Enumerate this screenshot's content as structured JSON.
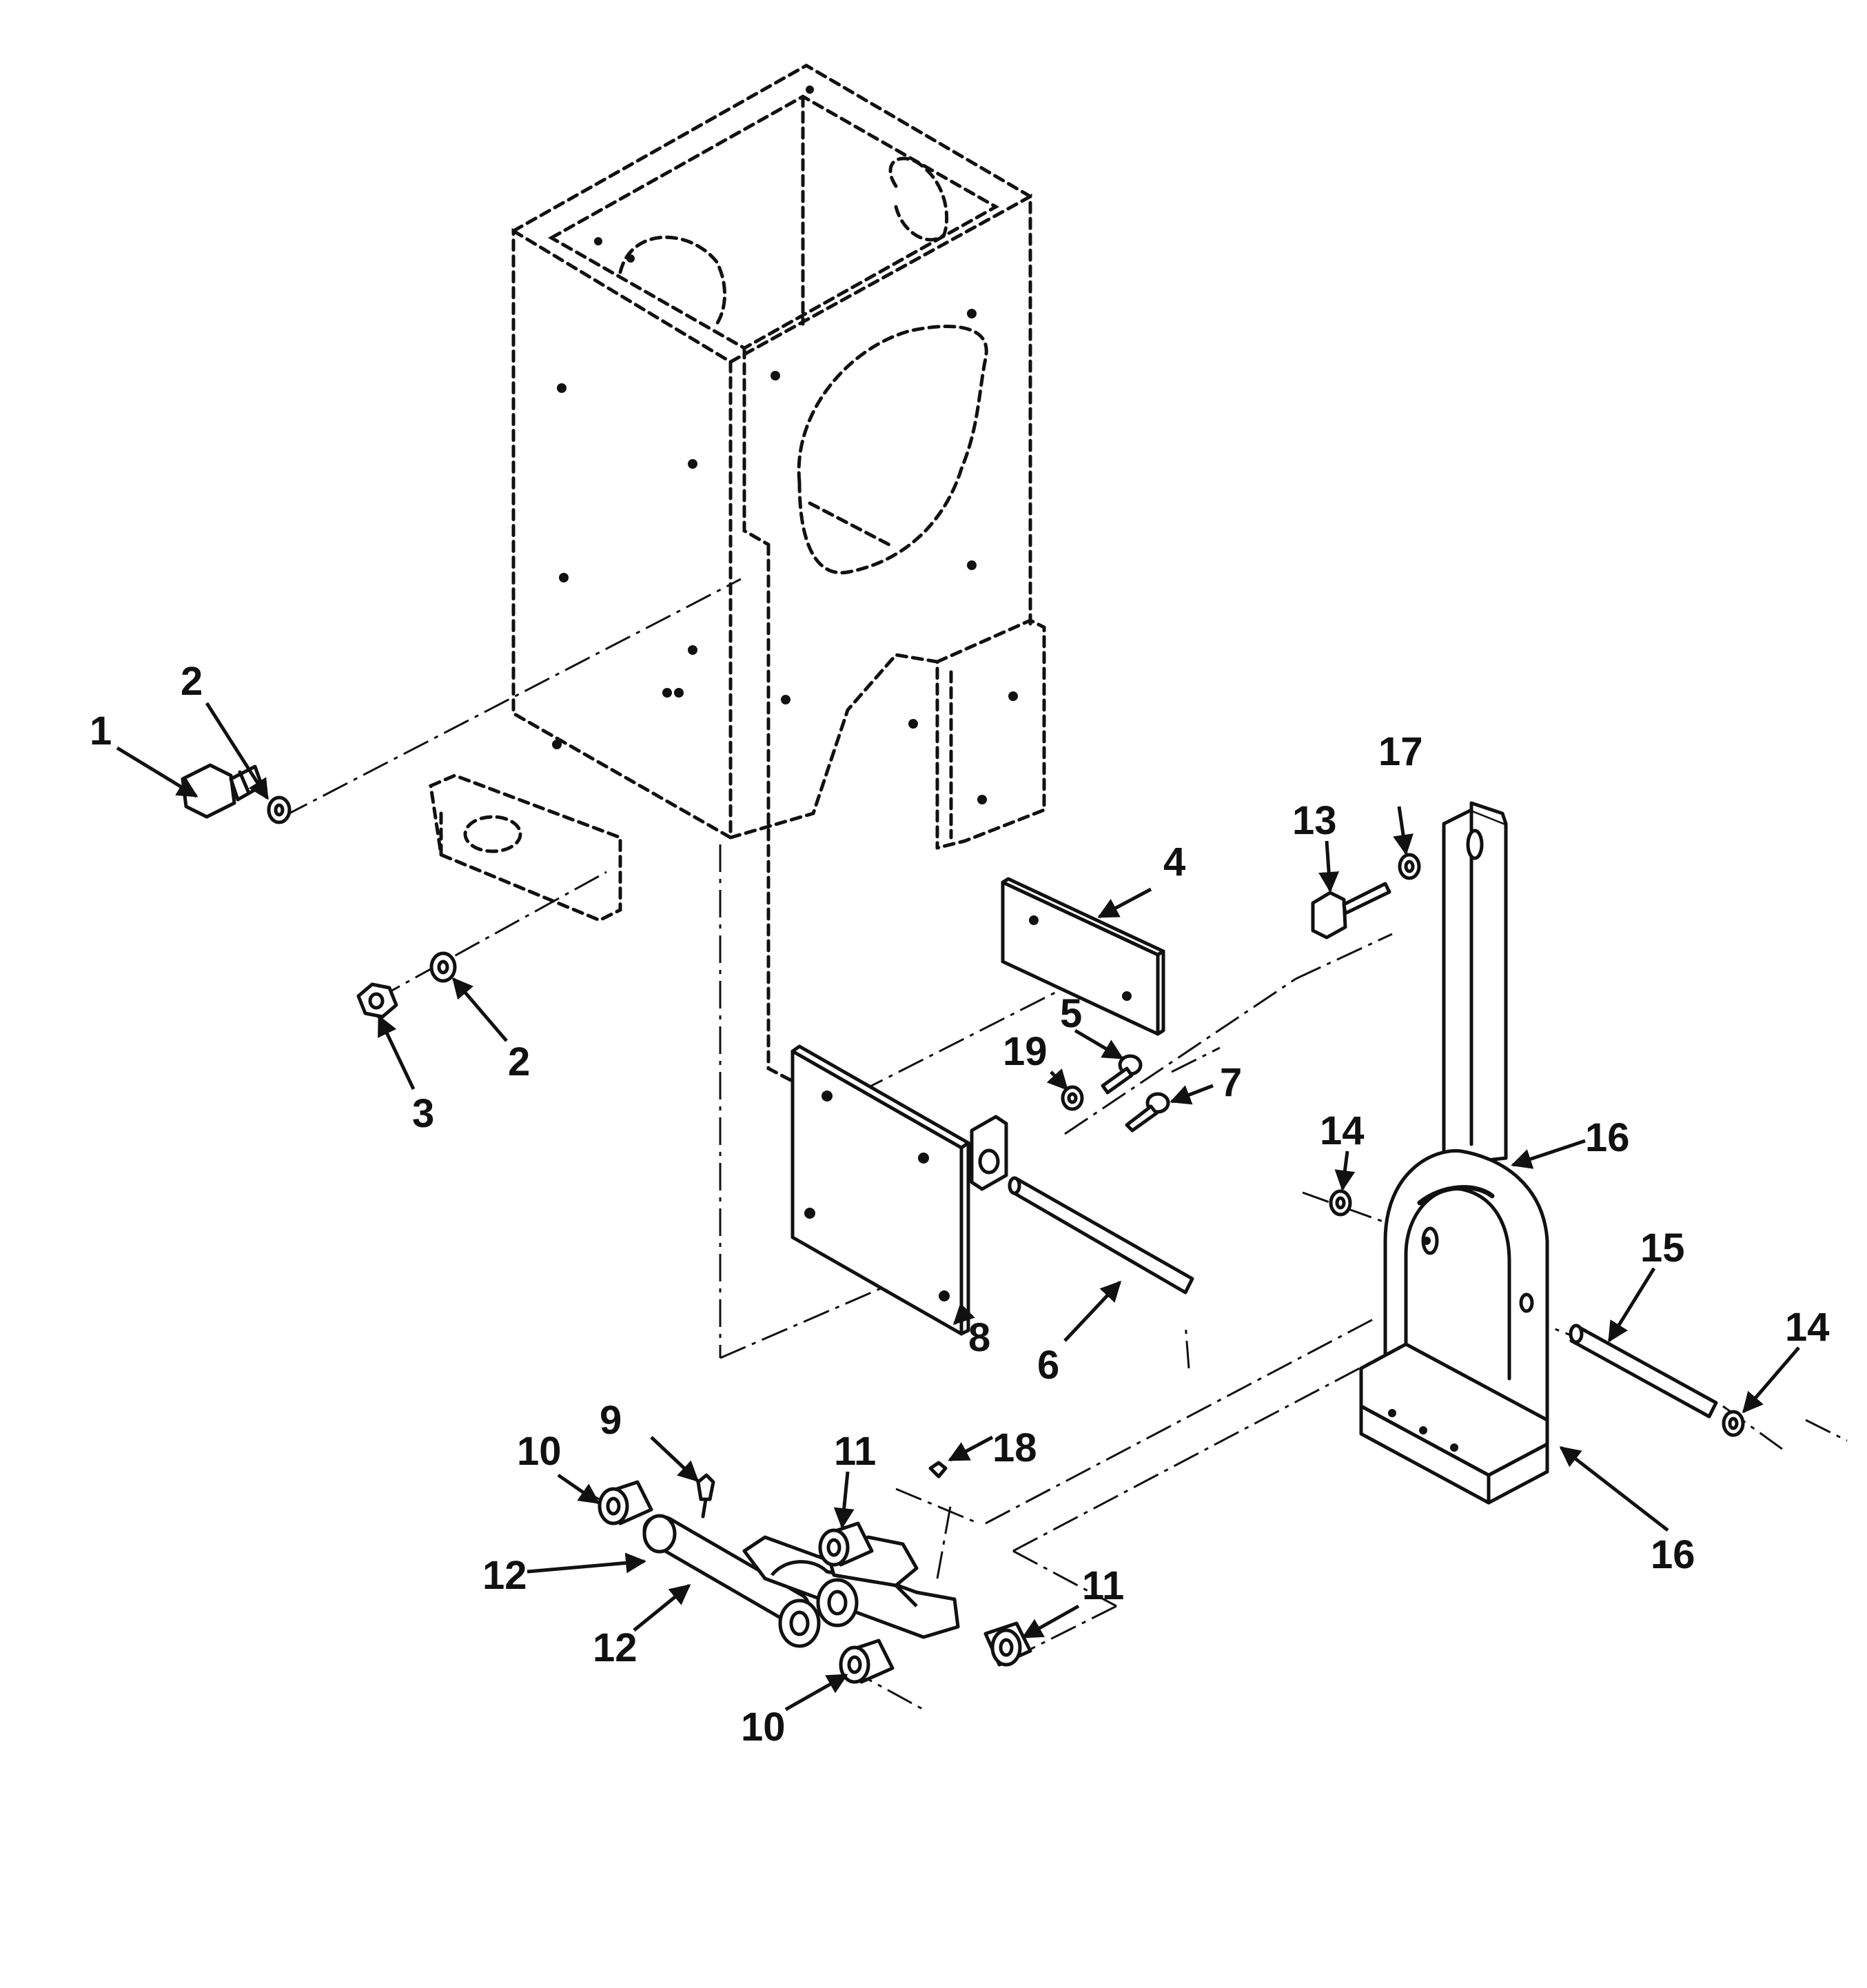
{
  "diagram": {
    "colors": {
      "ink": "#111111",
      "background": "#ffffff"
    },
    "callouts": [
      {
        "id": "c1",
        "text": "1"
      },
      {
        "id": "c2a",
        "text": "2"
      },
      {
        "id": "c2b",
        "text": "2"
      },
      {
        "id": "c3",
        "text": "3"
      },
      {
        "id": "c4",
        "text": "4"
      },
      {
        "id": "c5",
        "text": "5"
      },
      {
        "id": "c6",
        "text": "6"
      },
      {
        "id": "c7",
        "text": "7"
      },
      {
        "id": "c8",
        "text": "8"
      },
      {
        "id": "c9",
        "text": "9"
      },
      {
        "id": "c10a",
        "text": "10"
      },
      {
        "id": "c10b",
        "text": "10"
      },
      {
        "id": "c11a",
        "text": "11"
      },
      {
        "id": "c11b",
        "text": "11"
      },
      {
        "id": "c12a",
        "text": "12"
      },
      {
        "id": "c12b",
        "text": "12"
      },
      {
        "id": "c13",
        "text": "13"
      },
      {
        "id": "c14a",
        "text": "14"
      },
      {
        "id": "c14b",
        "text": "14"
      },
      {
        "id": "c15",
        "text": "15"
      },
      {
        "id": "c16a",
        "text": "16"
      },
      {
        "id": "c16b",
        "text": "16"
      },
      {
        "id": "c17",
        "text": "17"
      },
      {
        "id": "c18",
        "text": "18"
      },
      {
        "id": "c19",
        "text": "19"
      }
    ]
  }
}
